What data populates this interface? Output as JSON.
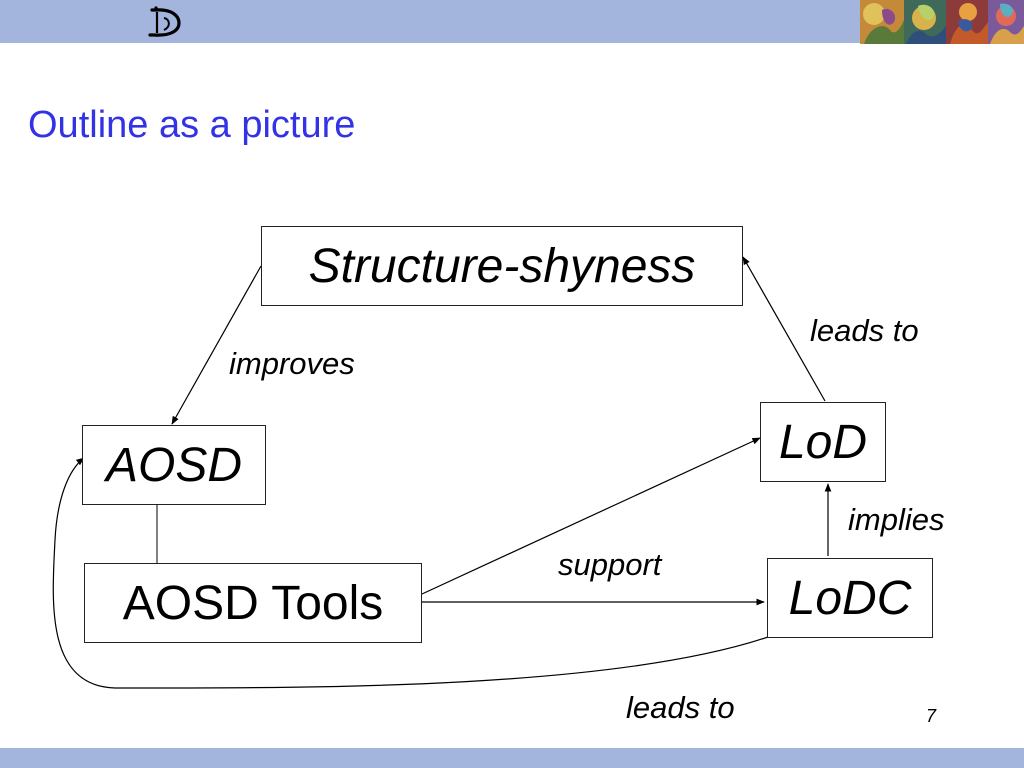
{
  "slide": {
    "title": "Outline as a picture",
    "page_number": "7"
  },
  "diagram": {
    "nodes": {
      "structure_shyness": "Structure-shyness",
      "aosd": "AOSD",
      "aosd_tools": "AOSD Tools",
      "lod": "LoD",
      "lodc": "LoDC"
    },
    "edges": {
      "improves": "improves",
      "leads_to_top": "leads to",
      "implies": "implies",
      "support": "support",
      "leads_to_bottom": "leads to"
    }
  },
  "colors": {
    "title": "#3333e6",
    "bar": "#a3b5dd"
  },
  "icons": {
    "logo": "demeter-d-logo",
    "banner": "abstract-paintings-banner"
  }
}
